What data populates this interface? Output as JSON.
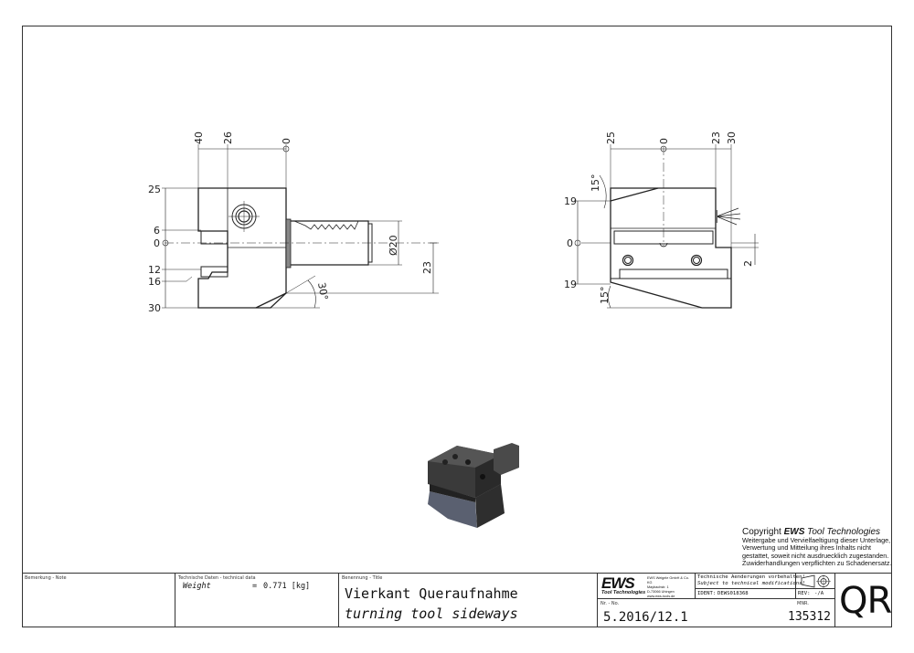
{
  "drawing": {
    "front_view": {
      "top_dims": [
        "40",
        "26",
        "0"
      ],
      "left_dims": [
        "25",
        "6",
        "0",
        "12",
        "16",
        "30"
      ],
      "diameter_label": "Ø20",
      "right_dim": "23",
      "angle_label": "30°"
    },
    "side_view": {
      "top_dims": [
        "25",
        "0",
        "23",
        "30"
      ],
      "left_dims": [
        "19",
        "0",
        "19"
      ],
      "angle_top": "15°",
      "angle_bottom": "15°",
      "right_dim": "2"
    },
    "iso_view_alt": "3D isometric render of turning tool holder"
  },
  "copyright": {
    "heading_prefix": "Copyright",
    "heading_brand": "EWS",
    "heading_suffix": "Tool Technologies",
    "lines": [
      "Weitergabe und Vervielfaeltigung dieser Unterlage,",
      "Verwertung und Mitteilung ihres Inhalts nicht",
      "gestattet, soweit nicht ausdruecklich zugestanden.",
      "Zuwiderhandlungen verpflichten zu Schadenersatz."
    ]
  },
  "title_block": {
    "note_label": "Bemerkung - Note",
    "tech_label": "Technische Daten - technical data",
    "weight_label": "Weight",
    "weight_eq": "=",
    "weight_value": "0.771 [kg]",
    "title_label": "Benennung - Title",
    "title_de": "Vierkant Queraufnahme",
    "title_en": "turning tool sideways",
    "logo_text": "EWS",
    "logo_sub": "Tool Technologies",
    "company_lines": [
      "EWS Weigele GmbH & Co. KG",
      "Maybachstr. 1",
      "D-73066 Uhingen",
      "www.ews-tools.de"
    ],
    "changes_de": "Technische Aenderungen vorbehalten!",
    "changes_en": "Subject to technical modifications!",
    "ident_label": "IDENT:",
    "ident_value": "DEWS018368",
    "rev_label": "REV:",
    "rev_value": "-/A",
    "nr_label": "Nr. - No.",
    "nr_value": "5.2016/12.1",
    "mnr_label": "MNR.",
    "mnr_value": "135312",
    "code": "QR"
  }
}
